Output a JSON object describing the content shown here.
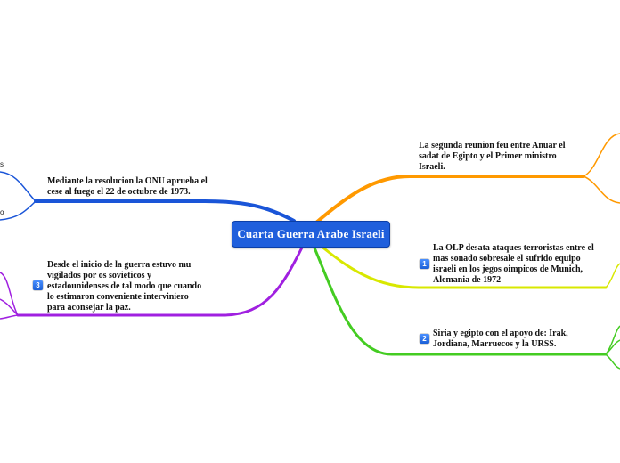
{
  "central": {
    "label": "Cuarta Guerra Arabe Israeli"
  },
  "topics": [
    {
      "id": "top-right",
      "text": "La segunda reunion feu entre Anuar el sadat de Egipto y el Primer ministro Israeli.",
      "badge": "",
      "color": "#ff9900"
    },
    {
      "id": "mid-right",
      "text": "La OLP desata ataques terroristas entre el mas sonado sobresale el sufrido equipo israeli en los jegos oimpicos de Munich, Alemania de 1972",
      "badge": "1",
      "color": "#d8e800"
    },
    {
      "id": "bottom-right",
      "text": "Siria y egipto con el apoyo de: Irak, Jordiana, Marruecos y la URSS.",
      "badge": "2",
      "color": "#44cc22"
    },
    {
      "id": "top-left",
      "text": "Mediante la resolucion la ONU aprueba el cese al fuego el 22 de octubre de 1973.",
      "badge": "",
      "color": "#1a55d8"
    },
    {
      "id": "bottom-left",
      "text": "Desde el inicio de la guerra estuvo mu vigilados por os sovieticos y estadounidenses de tal modo que cuando lo estimaron conveniente interviniero para aconsejar la paz.",
      "badge": "3",
      "color": "#a020e0"
    }
  ],
  "edge_fragments": {
    "left_1": "s",
    "left_2": "o"
  }
}
